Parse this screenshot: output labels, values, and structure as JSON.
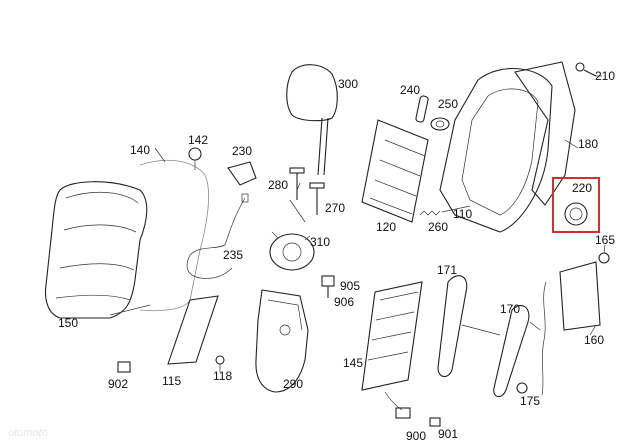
{
  "labels": {
    "p140": "140",
    "p142": "142",
    "p230": "230",
    "p300": "300",
    "p240": "240",
    "p250": "250",
    "p210": "210",
    "p180": "180",
    "p220": "220",
    "p280": "280",
    "p270": "270",
    "p120": "120",
    "p110": "110",
    "p260": "260",
    "p235": "235",
    "p310": "310",
    "p165": "165",
    "p171": "171",
    "p905": "905",
    "p906": "906",
    "p150": "150",
    "p170": "170",
    "p160": "160",
    "p145": "145",
    "p902": "902",
    "p115": "115",
    "p118": "118",
    "p290": "290",
    "p175": "175",
    "p900": "900",
    "p901": "901"
  },
  "highlight_color": "#d32f2f",
  "watermark": "otomoto"
}
